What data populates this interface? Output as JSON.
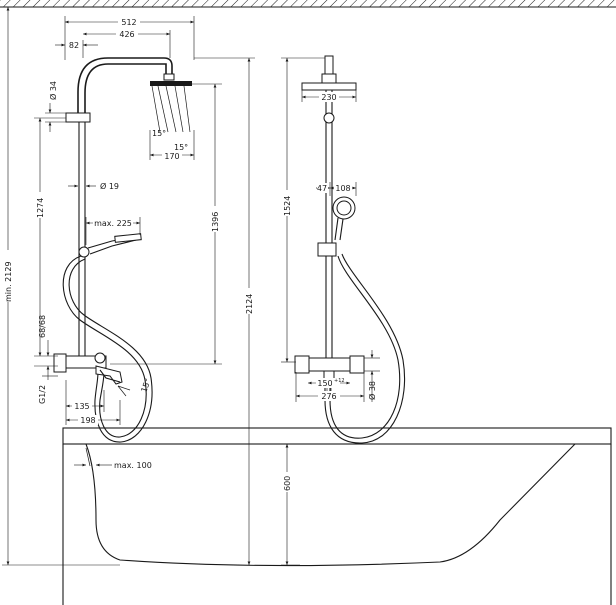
{
  "dimensions": {
    "d512": "512",
    "d426": "426",
    "d82": "82",
    "d34": "Ø 34",
    "d15a": "15°",
    "d15b": "15°",
    "d170": "170",
    "d19": "Ø 19",
    "d1274": "1274",
    "dmax225": "max. 225",
    "d1396": "1396",
    "d2124": "2124",
    "d2129": "min. 2129",
    "d6868": "68/68",
    "d12": "G1/2",
    "d135": "135",
    "d198": "198",
    "d15c": "15°",
    "dmax100": "max. 100",
    "d230": "230",
    "d1524": "1524",
    "d47": "47",
    "d108": "108",
    "d150": "150",
    "d150tol": "+12",
    "d38": "Ø 38",
    "d276": "276",
    "d600": "600"
  }
}
